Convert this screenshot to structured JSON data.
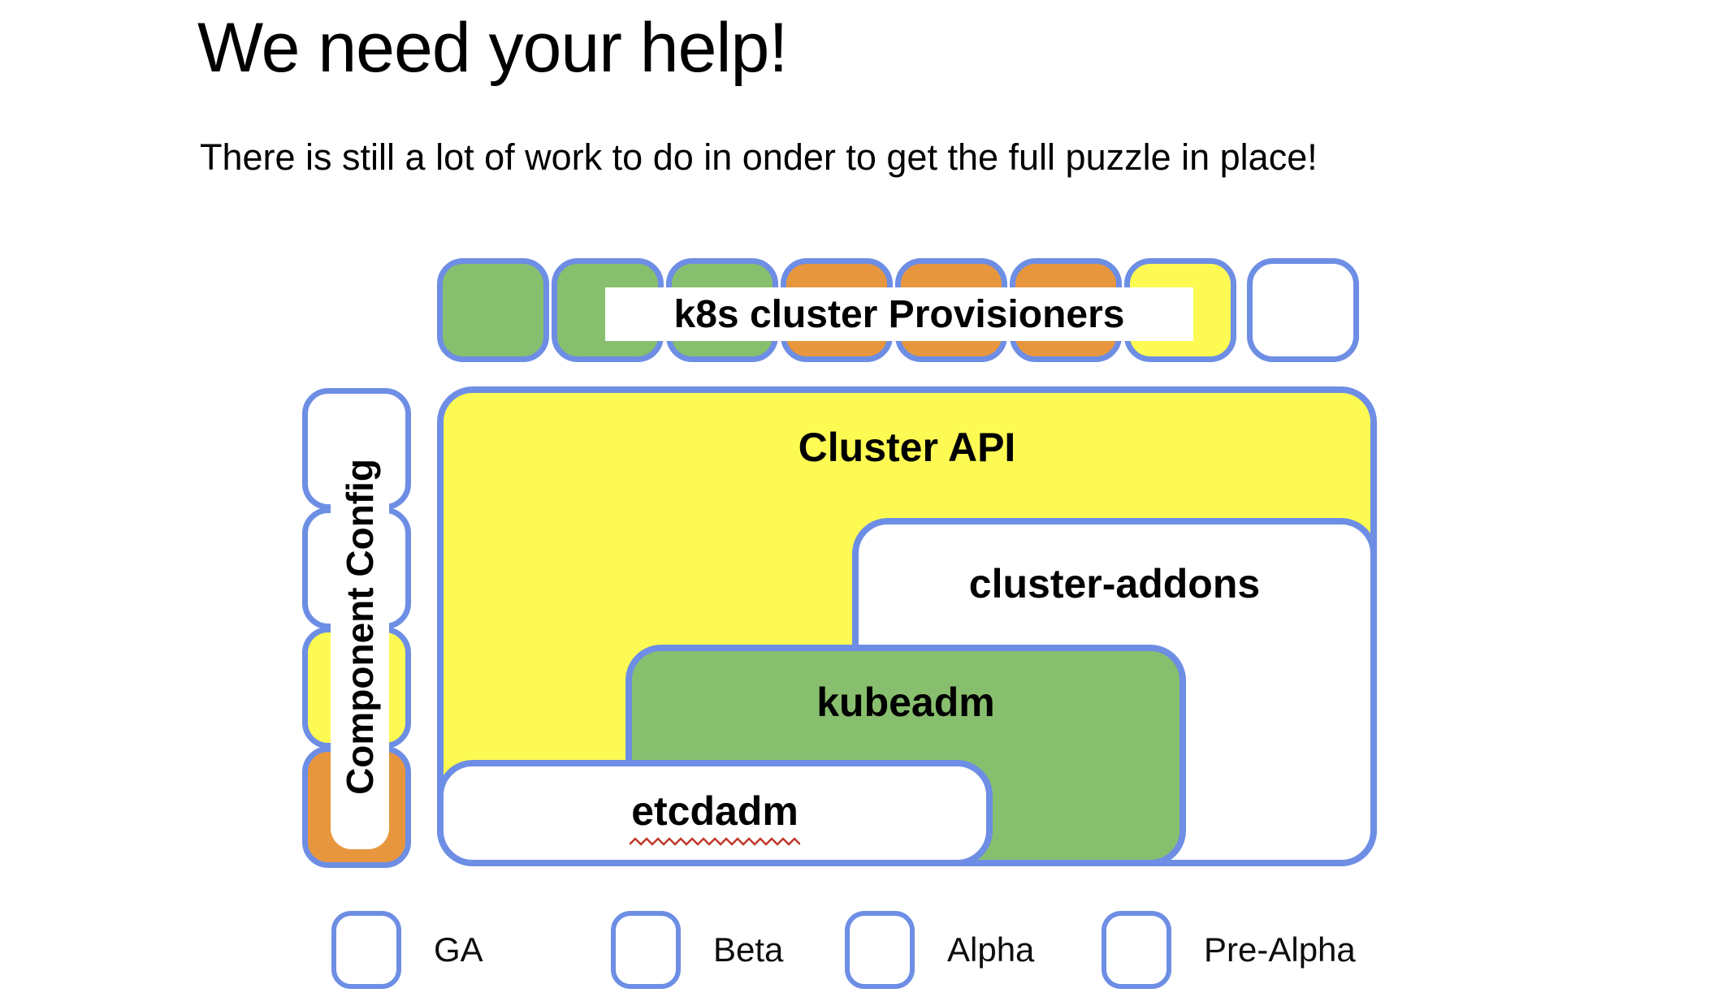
{
  "slide": {
    "title": "We need your help!",
    "subtitle": "There is still a lot of work to do in onder to get the full puzzle in place!"
  },
  "colors": {
    "ga": "#88bf6e",
    "beta": "#e8963e",
    "alpha": "#fdfb53",
    "pre_alpha": "#ffffff",
    "border": "#6d8ee4",
    "squiggle": "#c0392b"
  },
  "diagram": {
    "provisioners_label": "k8s cluster Provisioners",
    "provisioner_pieces": [
      {
        "status": "ga"
      },
      {
        "status": "ga"
      },
      {
        "status": "ga"
      },
      {
        "status": "beta"
      },
      {
        "status": "beta"
      },
      {
        "status": "beta"
      },
      {
        "status": "alpha"
      },
      {
        "status": "pre_alpha"
      }
    ],
    "component_config": {
      "label": "Component Config",
      "pieces": [
        {
          "status": "pre_alpha"
        },
        {
          "status": "pre_alpha"
        },
        {
          "status": "alpha"
        },
        {
          "status": "beta"
        }
      ]
    },
    "boxes": {
      "cluster_api": {
        "label": "Cluster API",
        "status": "alpha"
      },
      "cluster_addons": {
        "label": "cluster-addons",
        "status": "pre_alpha"
      },
      "kubeadm": {
        "label": "kubeadm",
        "status": "ga"
      },
      "etcdadm": {
        "label": "etcdadm",
        "status": "pre_alpha",
        "spellcheck_underline": true
      }
    }
  },
  "legend": {
    "items": [
      {
        "label": "GA",
        "status": "ga"
      },
      {
        "label": "Beta",
        "status": "beta"
      },
      {
        "label": "Alpha",
        "status": "alpha"
      },
      {
        "label": "Pre-Alpha",
        "status": "pre_alpha"
      }
    ]
  }
}
